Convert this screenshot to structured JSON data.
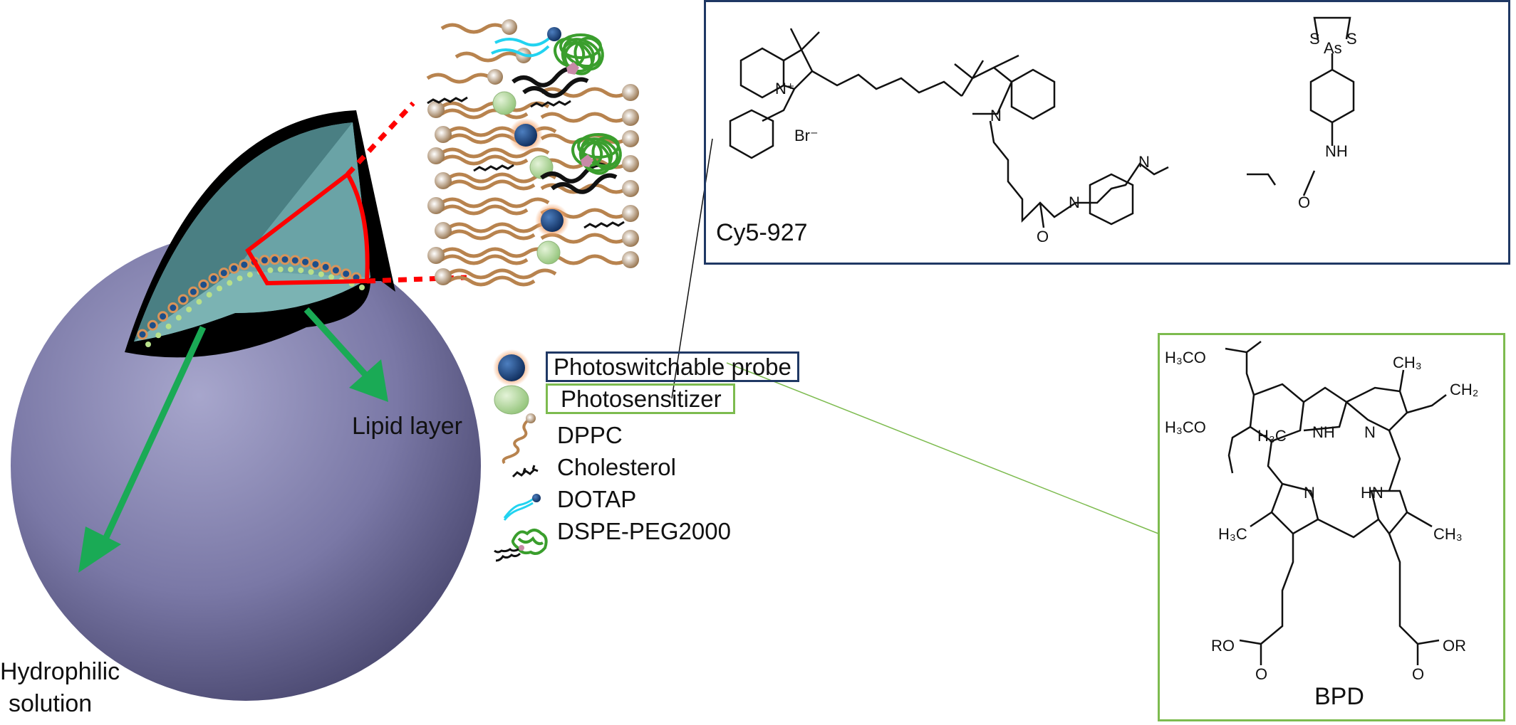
{
  "labels": {
    "hydrophilic": "Hydrophilic",
    "solution": "solution",
    "lipid_layer": "Lipid layer"
  },
  "legend": [
    {
      "icon": "probe-sphere-icon",
      "label": "Photoswitchable probe"
    },
    {
      "icon": "photosensitizer-sphere-icon",
      "label": "Photosensitizer"
    },
    {
      "icon": "dppc-icon",
      "label": "DPPC"
    },
    {
      "icon": "cholesterol-icon",
      "label": "Cholesterol"
    },
    {
      "icon": "dotap-icon",
      "label": "DOTAP"
    },
    {
      "icon": "dspe-peg-icon",
      "label": "DSPE-PEG2000"
    }
  ],
  "cy5": {
    "name": "Cy5-927",
    "atoms": {
      "n_plus": "N⁺",
      "br": "Br⁻",
      "n2": "N",
      "s1": "S",
      "as": "As",
      "s2": "S",
      "nh": "NH",
      "o1": "O",
      "o2": "O",
      "n3": "N",
      "n4": "N"
    }
  },
  "bpd": {
    "name": "BPD",
    "atoms": {
      "h3co_1": "H₃CO",
      "h3co_2": "H₃CO",
      "ch3_top": "CH₃",
      "ch2": "CH₂",
      "h3c_mid": "H₃C",
      "nh_1": "NH",
      "n_1": "N",
      "n_2": "N",
      "hn": "HN",
      "h3c_left": "H₃C",
      "ch3_right": "CH₃",
      "ro": "RO",
      "o_1": "O",
      "o_2": "O",
      "or": "OR"
    }
  },
  "colors": {
    "probe_box": "#1f3864",
    "ps_box": "#7dbb4f",
    "sphere": "#7a78a6",
    "arrow": "#1aaa55",
    "highlight": "#ff0000",
    "lipid": "#b8834e"
  }
}
